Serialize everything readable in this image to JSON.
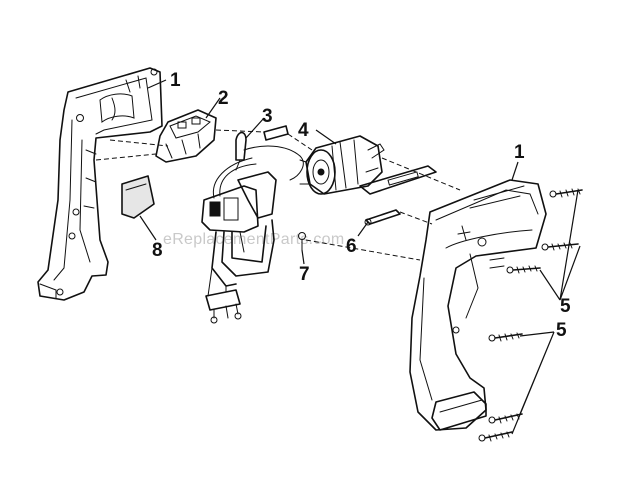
{
  "watermark": "eReplacementParts.com",
  "callouts": [
    {
      "id": "1a",
      "label": "1"
    },
    {
      "id": "2",
      "label": "2"
    },
    {
      "id": "3",
      "label": "3"
    },
    {
      "id": "4",
      "label": "4"
    },
    {
      "id": "1b",
      "label": "1"
    },
    {
      "id": "6",
      "label": "6"
    },
    {
      "id": "7",
      "label": "7"
    },
    {
      "id": "8",
      "label": "8"
    },
    {
      "id": "5a",
      "label": "5"
    },
    {
      "id": "5b",
      "label": "5"
    }
  ]
}
